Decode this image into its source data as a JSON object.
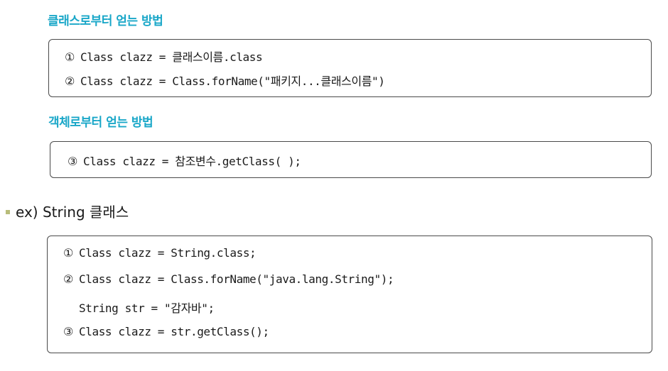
{
  "section1": {
    "heading": "클래스로부터 얻는 방법",
    "lines": [
      {
        "num": "①",
        "code": "Class clazz = 클래스이름.class"
      },
      {
        "num": "②",
        "code": "Class clazz = Class.forName(\"패키지...클래스이름\")"
      }
    ]
  },
  "section2": {
    "heading": "객체로부터 얻는 방법",
    "lines": [
      {
        "num": "③",
        "code": "Class clazz = 참조변수.getClass( );"
      }
    ]
  },
  "example": {
    "bullet_text": "ex) String 클래스",
    "bullet_color": "#b8bc7a",
    "lines": [
      {
        "num": "①",
        "code": "Class clazz = String.class;"
      },
      {
        "num": "②",
        "code": "Class clazz = Class.forName(\"java.lang.String\");"
      },
      {
        "num": "",
        "code": "String str = \"감자바\";"
      },
      {
        "num": "③",
        "code": "Class clazz = str.getClass();"
      }
    ]
  },
  "colors": {
    "heading": "#1aa7c8",
    "border": "#4a4a4a"
  }
}
